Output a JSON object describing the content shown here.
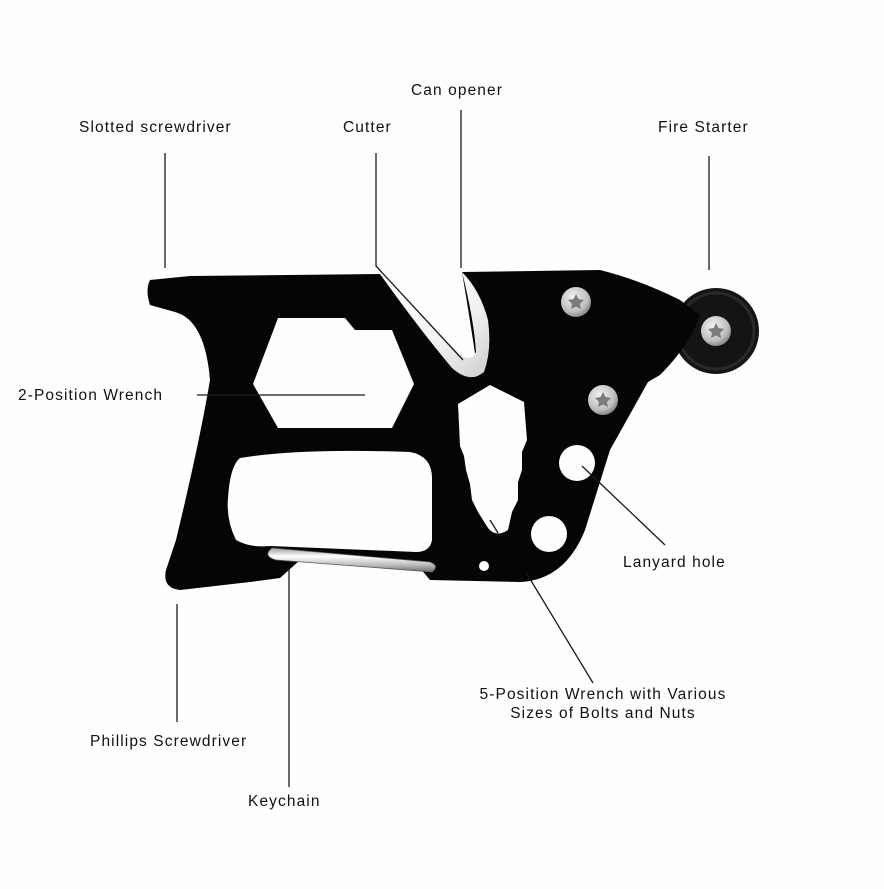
{
  "diagram": {
    "subject": "Multi-tool keychain with fire starter",
    "colors": {
      "background": "#fefefe",
      "tool_body": "#050505",
      "text": "#111111",
      "leader_line": "#1a1a1a",
      "screw": "#c8c8c8",
      "keychain_wire": "#d9d9d9"
    },
    "callouts": [
      {
        "id": "can-opener",
        "label": "Can opener"
      },
      {
        "id": "slotted-screwdriver",
        "label": "Slotted screwdriver"
      },
      {
        "id": "cutter",
        "label": "Cutter"
      },
      {
        "id": "fire-starter",
        "label": "Fire Starter"
      },
      {
        "id": "two-position-wrench",
        "label": "2-Position Wrench"
      },
      {
        "id": "lanyard-hole",
        "label": "Lanyard hole"
      },
      {
        "id": "five-position-wrench",
        "label_line1": "5-Position Wrench with Various",
        "label_line2": "Sizes of Bolts and Nuts"
      },
      {
        "id": "phillips-screwdriver",
        "label": "Phillips Screwdriver"
      },
      {
        "id": "keychain",
        "label": "Keychain"
      }
    ]
  }
}
